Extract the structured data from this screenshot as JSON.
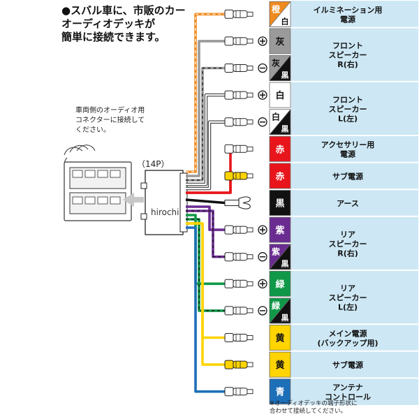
{
  "heading": {
    "lines": [
      "●スバル車に、市販のカー",
      "オーディオデッキが",
      "簡単に接続できます。"
    ]
  },
  "vehicle_note": {
    "lines": [
      "車両側のオーディオ用",
      "コネクターに接続して",
      "ください。"
    ]
  },
  "connector_label": "（14P）",
  "watermark": "hirochi",
  "footnote": {
    "lines": [
      "※オーディオデッキの端子形状に",
      "合わせて接続してください。"
    ]
  },
  "colors": {
    "orange": "#f08a1e",
    "gray": "#9a9a9a",
    "black": "#111111",
    "white": "#ffffff",
    "red": "#e8161c",
    "purple": "#6a2c91",
    "green": "#109848",
    "yellow": "#ffd400",
    "blue": "#1d6fb8",
    "label_bg": "#cde7f4",
    "label_line": "#ffffff"
  },
  "wires": [
    {
      "id": "orange-white",
      "swatch": "橙",
      "sub": "白",
      "color": "orange",
      "sub_color": "white",
      "terminal": "female",
      "polarity": ""
    },
    {
      "id": "gray",
      "swatch": "灰",
      "sub": "",
      "color": "gray",
      "sub_color": "",
      "terminal": "female",
      "polarity": "⊕"
    },
    {
      "id": "gray-black",
      "swatch": "灰",
      "sub": "黒",
      "color": "gray",
      "sub_color": "black",
      "terminal": "female",
      "polarity": "⊖"
    },
    {
      "id": "white",
      "swatch": "白",
      "sub": "",
      "color": "white",
      "sub_color": "",
      "terminal": "male",
      "polarity": "⊕"
    },
    {
      "id": "white-black",
      "swatch": "白",
      "sub": "黒",
      "color": "white",
      "sub_color": "black",
      "terminal": "male",
      "polarity": "⊖"
    },
    {
      "id": "red-acc",
      "swatch": "赤",
      "sub": "",
      "color": "red",
      "sub_color": "",
      "terminal": "female",
      "polarity": ""
    },
    {
      "id": "red-sub",
      "swatch": "赤",
      "sub": "",
      "color": "red",
      "sub_color": "",
      "terminal": "male-yellow",
      "polarity": ""
    },
    {
      "id": "black",
      "swatch": "黒",
      "sub": "",
      "color": "black",
      "sub_color": "",
      "terminal": "fork",
      "polarity": ""
    },
    {
      "id": "purple",
      "swatch": "紫",
      "sub": "",
      "color": "purple",
      "sub_color": "",
      "terminal": "male",
      "polarity": "⊕"
    },
    {
      "id": "purple-black",
      "swatch": "紫",
      "sub": "黒",
      "color": "purple",
      "sub_color": "black",
      "terminal": "male",
      "polarity": "⊖"
    },
    {
      "id": "green",
      "swatch": "緑",
      "sub": "",
      "color": "green",
      "sub_color": "",
      "terminal": "female",
      "polarity": "⊕"
    },
    {
      "id": "green-black",
      "swatch": "緑",
      "sub": "黒",
      "color": "green",
      "sub_color": "black",
      "terminal": "female",
      "polarity": "⊖"
    },
    {
      "id": "yellow-main",
      "swatch": "黄",
      "sub": "",
      "color": "yellow",
      "sub_color": "",
      "terminal": "female",
      "polarity": ""
    },
    {
      "id": "yellow-sub",
      "swatch": "黄",
      "sub": "",
      "color": "yellow",
      "sub_color": "",
      "terminal": "male-yellow",
      "polarity": ""
    },
    {
      "id": "blue",
      "swatch": "青",
      "sub": "",
      "color": "blue",
      "sub_color": "",
      "terminal": "female",
      "polarity": ""
    }
  ],
  "labels": [
    {
      "id": "illumination",
      "lines": [
        "イルミネーション用",
        "電源"
      ],
      "rows": [
        0
      ]
    },
    {
      "id": "front-right",
      "lines": [
        "フロント",
        "スピーカー",
        "R(右)"
      ],
      "rows": [
        1,
        2
      ]
    },
    {
      "id": "front-left",
      "lines": [
        "フロント",
        "スピーカー",
        "L(左)"
      ],
      "rows": [
        3,
        4
      ]
    },
    {
      "id": "accessory",
      "lines": [
        "アクセサリー用",
        "電源"
      ],
      "rows": [
        5
      ]
    },
    {
      "id": "sub-power-red",
      "lines": [
        "サブ電源"
      ],
      "rows": [
        6
      ]
    },
    {
      "id": "ground",
      "lines": [
        "アース"
      ],
      "rows": [
        7
      ]
    },
    {
      "id": "rear-right",
      "lines": [
        "リア",
        "スピーカー",
        "R(右)"
      ],
      "rows": [
        8,
        9
      ]
    },
    {
      "id": "rear-left",
      "lines": [
        "リア",
        "スピーカー",
        "L(左)"
      ],
      "rows": [
        10,
        11
      ]
    },
    {
      "id": "main-power",
      "lines": [
        "メイン電源",
        "(バックアップ用)"
      ],
      "rows": [
        12
      ]
    },
    {
      "id": "sub-power-yellow",
      "lines": [
        "サブ電源"
      ],
      "rows": [
        13
      ]
    },
    {
      "id": "antenna",
      "lines": [
        "アンテナ",
        "コントロール"
      ],
      "rows": [
        14
      ]
    }
  ]
}
